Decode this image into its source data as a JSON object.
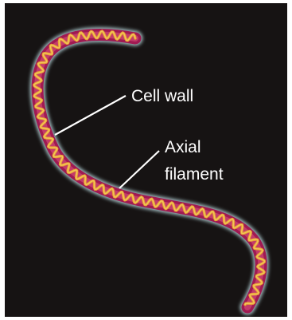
{
  "diagram": {
    "labels": {
      "cell_wall": "Cell wall",
      "axial_filament_line1": "Axial",
      "axial_filament_line2": "filament"
    },
    "colors": {
      "background": "#161313",
      "cell_wall_outer": "#9fb9bd",
      "cell_wall_body": "#a01a52",
      "cell_wall_highlight": "#c23b6a",
      "axial_filament": "#e8a034",
      "axial_filament_core": "#f2c55a",
      "label_text": "#ffffff",
      "pointer_line": "#ffffff"
    }
  }
}
